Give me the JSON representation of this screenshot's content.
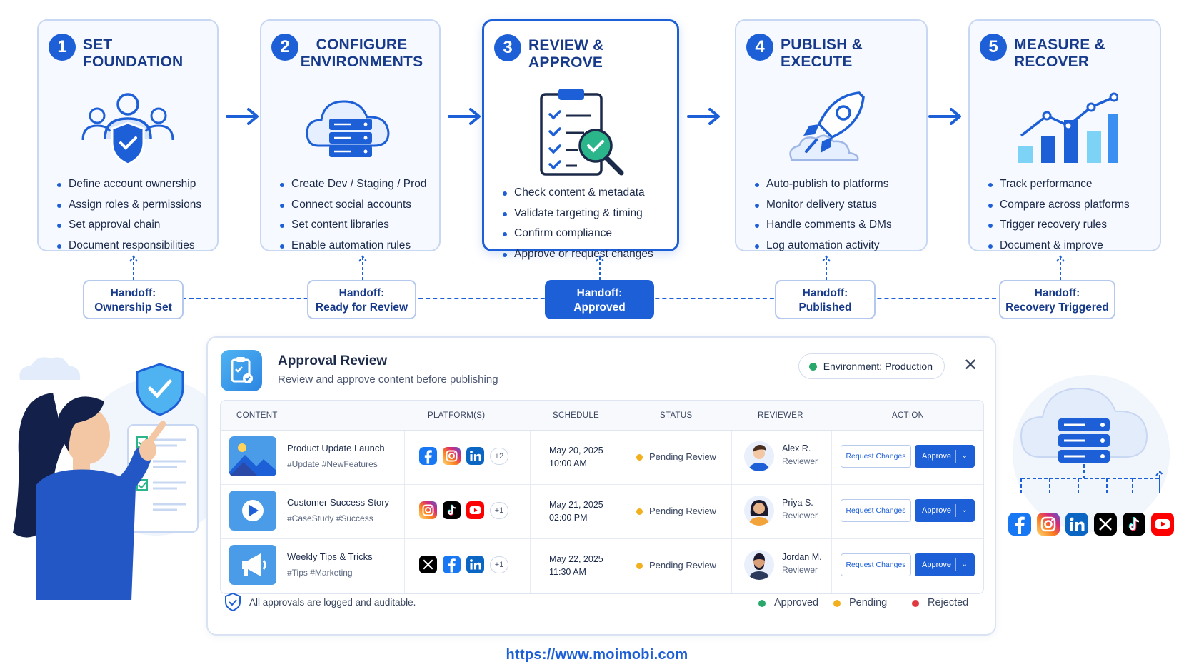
{
  "steps": [
    {
      "num": "1",
      "title": "SET FOUNDATION",
      "items": [
        "Define account ownership",
        "Assign roles & permissions",
        "Set approval chain",
        "Document responsibilities"
      ]
    },
    {
      "num": "2",
      "title_line1": "CONFIGURE",
      "title_line2": "ENVIRONMENTS",
      "items": [
        "Create Dev / Staging / Prod",
        "Connect social accounts",
        "Set content libraries",
        "Enable automation rules"
      ]
    },
    {
      "num": "3",
      "title": "REVIEW & APPROVE",
      "items": [
        "Check content & metadata",
        "Validate targeting & timing",
        "Confirm compliance",
        "Approve or request changes"
      ]
    },
    {
      "num": "4",
      "title": "PUBLISH & EXECUTE",
      "items": [
        "Auto-publish to platforms",
        "Monitor delivery status",
        "Handle comments & DMs",
        "Log automation activity"
      ]
    },
    {
      "num": "5",
      "title": "MEASURE & RECOVER",
      "items": [
        "Track performance",
        "Compare across platforms",
        "Trigger recovery rules",
        "Document & improve"
      ]
    }
  ],
  "handoffs": [
    {
      "line1": "Handoff:",
      "line2": "Ownership Set"
    },
    {
      "line1": "Handoff:",
      "line2": "Ready for Review"
    },
    {
      "line1": "Handoff:",
      "line2": "Approved"
    },
    {
      "line1": "Handoff:",
      "line2": "Published"
    },
    {
      "line1": "Handoff:",
      "line2": "Recovery Triggered"
    }
  ],
  "panel": {
    "title": "Approval Review",
    "subtitle": "Review and approve content before publishing",
    "environment": "Environment: Production",
    "close": "✕",
    "columns": [
      "CONTENT",
      "PLATFORM(S)",
      "SCHEDULE",
      "STATUS",
      "REVIEWER",
      "ACTION"
    ],
    "rows": [
      {
        "title": "Product Update Launch",
        "tags": "#Update #NewFeatures",
        "platforms": [
          "facebook",
          "instagram",
          "linkedin"
        ],
        "extra": "+2",
        "date": "May 20, 2025",
        "time": "10:00 AM",
        "status": "Pending Review",
        "reviewer": "Alex R.",
        "role": "Reviewer",
        "request_label": "Request Changes",
        "approve_label": "Approve",
        "thumb": "image-icon"
      },
      {
        "title": "Customer Success Story",
        "tags": "#CaseStudy #Success",
        "platforms": [
          "instagram",
          "tiktok",
          "youtube"
        ],
        "extra": "+1",
        "date": "May 21, 2025",
        "time": "02:00 PM",
        "status": "Pending Review",
        "reviewer": "Priya S.",
        "role": "Reviewer",
        "request_label": "Request Changes",
        "approve_label": "Approve",
        "thumb": "video-play-icon"
      },
      {
        "title": "Weekly Tips & Tricks",
        "tags": "#Tips #Marketing",
        "platforms": [
          "x",
          "facebook",
          "linkedin"
        ],
        "extra": "+1",
        "date": "May 22, 2025",
        "time": "11:30 AM",
        "status": "Pending Review",
        "reviewer": "Jordan M.",
        "role": "Reviewer",
        "request_label": "Request Changes",
        "approve_label": "Approve",
        "thumb": "megaphone-icon"
      }
    ],
    "footer_note": "All approvals are logged and auditable.",
    "legend": [
      {
        "label": "Approved",
        "color": "#28a86b"
      },
      {
        "label": "Pending",
        "color": "#f2b01e"
      },
      {
        "label": "Rejected",
        "color": "#e0393e"
      }
    ]
  },
  "url": "https://www.moimobi.com",
  "colors": {
    "accent": "#1d5fd6",
    "title": "#173a8a",
    "pending": "#f2b01e"
  }
}
